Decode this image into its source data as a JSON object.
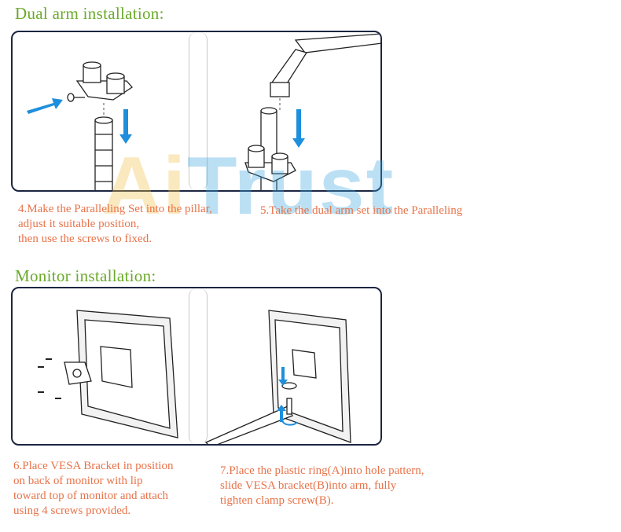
{
  "colors": {
    "title": "#6aaa2a",
    "caption": "#e8734a",
    "frame": "#1c2642",
    "arrow": "#1e8fdc",
    "watermark_primary": "#f2c04a",
    "watermark_secondary": "#3fa7e0"
  },
  "watermark": {
    "part1": "Ai",
    "part2": "Trust"
  },
  "sections": [
    {
      "title": "Dual arm installation:",
      "steps": [
        {
          "lines": [
            "4.Make the Paralleling Set into the pillar,",
            "adjust it suitable position,",
            "then use the screws to fixed."
          ]
        },
        {
          "lines": [
            "5.Take the dual arm set into the Paralleling"
          ]
        }
      ]
    },
    {
      "title": "Monitor installation:",
      "steps": [
        {
          "lines": [
            "6.Place VESA Bracket in position",
            "on back of monitor with lip",
            "toward top of monitor and attach",
            "using 4 screws provided."
          ]
        },
        {
          "lines": [
            "7.Place the plastic ring(A)into hole pattern,",
            "slide VESA bracket(B)into arm, fully",
            "tighten clamp screw(B)."
          ]
        }
      ]
    }
  ]
}
